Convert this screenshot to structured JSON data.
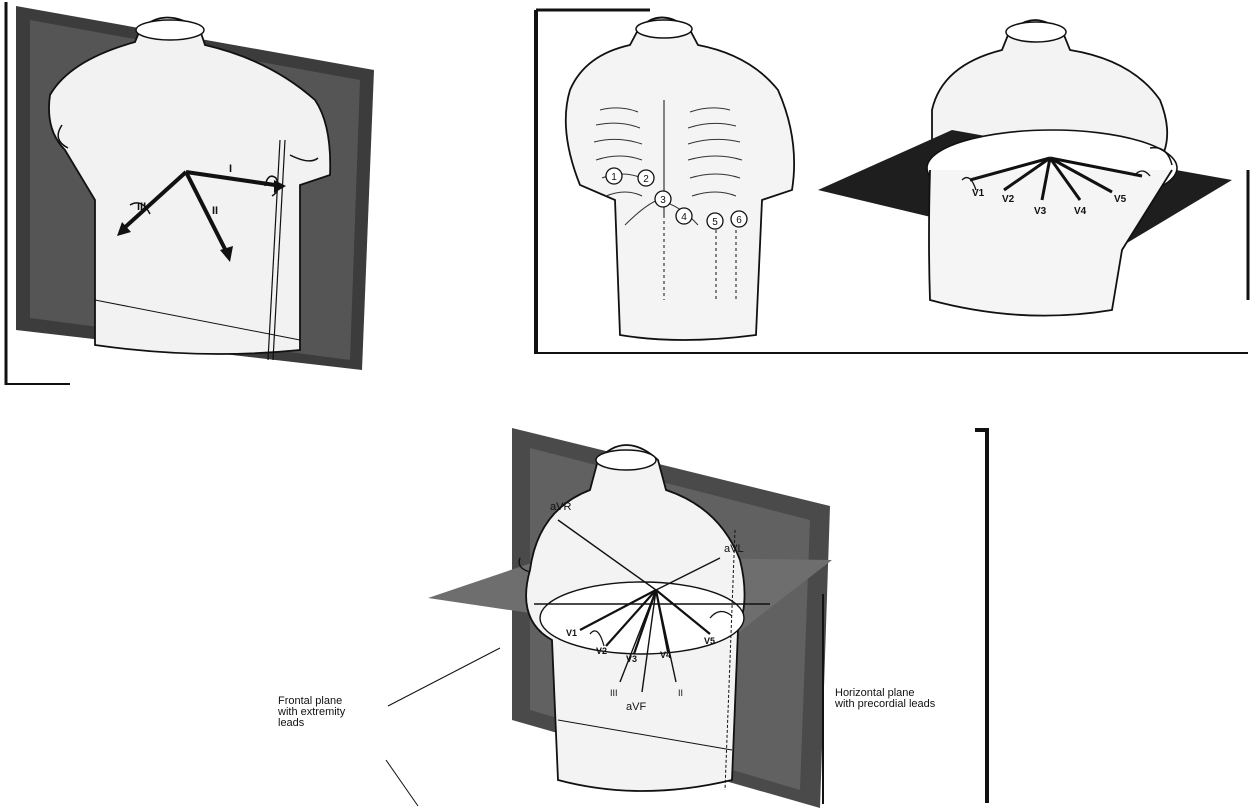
{
  "panel_frontal": {
    "lead_labels": [
      "I",
      "II",
      "III"
    ]
  },
  "panel_chest": {
    "electrode_numbers": [
      "1",
      "2",
      "3",
      "4",
      "5",
      "6"
    ]
  },
  "panel_horizontal": {
    "lead_labels": [
      "V1",
      "V2",
      "V3",
      "V4",
      "V5"
    ]
  },
  "panel_combined": {
    "lead_labels": {
      "avr": "aVR",
      "avl": "aVL",
      "avf": "aVF",
      "ii": "II",
      "iii": "III",
      "v1": "V1",
      "v2": "V2",
      "v3": "V3",
      "v4": "V4",
      "v5": "V5"
    },
    "caption_frontal": [
      "Frontal plane",
      "with extremity",
      "leads"
    ],
    "caption_horizontal": [
      "Horizontal plane",
      "with precordial leads"
    ]
  },
  "colors": {
    "ink": "#111111",
    "plane_dark": "#2a2a2a",
    "plane_mid": "#6b6b6b"
  }
}
